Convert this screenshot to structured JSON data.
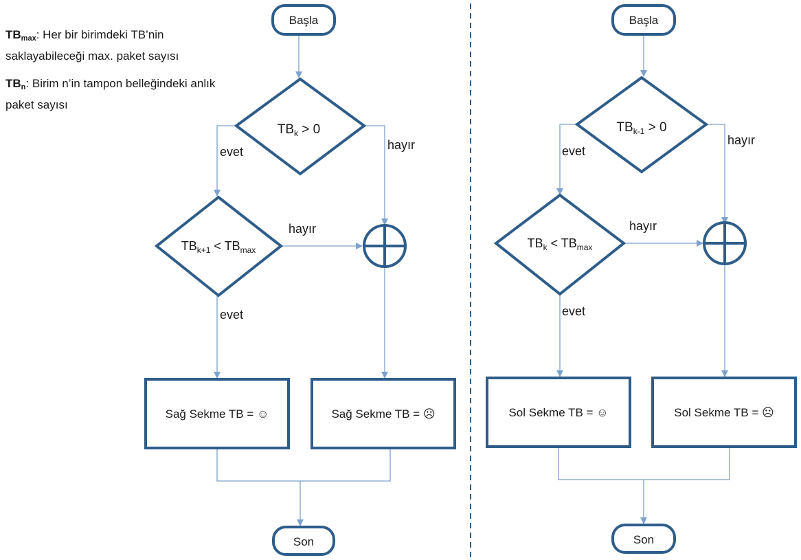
{
  "legend": {
    "tbmax_term": "TB",
    "tbmax_sub": "max",
    "tbmax_desc": ": Her bir birimdeki TB’nin saklayabileceği max. paket sayısı",
    "tbn_term": "TB",
    "tbn_sub": "n",
    "tbn_desc": ": Birim n’in tampon belleğindeki anlık paket sayısı"
  },
  "left_flow": {
    "start": "Başla",
    "cond1": "TB",
    "cond1_sub": "k",
    "cond1_rest": " > 0",
    "cond1_yes": "evet",
    "cond1_no": "hayır",
    "cond2": "TB",
    "cond2_sub": "k+1",
    "cond2_mid": " < TB",
    "cond2_sub2": "max",
    "cond2_yes": "evet",
    "cond2_no": "hayır",
    "box_happy": "Sağ Sekme TB = ☺",
    "box_sad": "Sağ Sekme TB = ☹",
    "end": "Son"
  },
  "right_flow": {
    "start": "Başla",
    "cond1": "TB",
    "cond1_sub": "k-1",
    "cond1_rest": " > 0",
    "cond1_yes": "evet",
    "cond1_no": "hayır",
    "cond2": "TB",
    "cond2_sub": "k",
    "cond2_mid": " < TB",
    "cond2_sub2": "max",
    "cond2_yes": "evet",
    "cond2_no": "hayır",
    "box_happy": "Sol Sekme TB = ☺",
    "box_sad": "Sol Sekme TB = ☹",
    "end": "Son"
  },
  "colors": {
    "shape_stroke": "#2e5d8a",
    "edge": "#7da2cc"
  }
}
